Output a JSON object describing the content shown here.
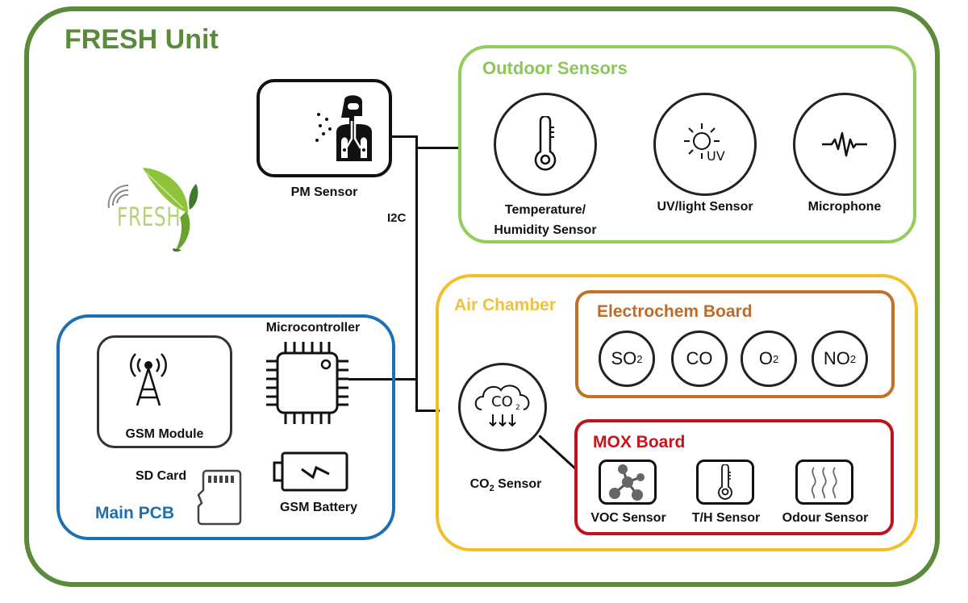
{
  "title": "FRESH Unit",
  "logo": {
    "text": "FRESH",
    "icon": "leaf-wifi-logo"
  },
  "bus": {
    "label": "I2C"
  },
  "pm_sensor": {
    "label": "PM Sensor",
    "icon": "person-lungs-particles-icon"
  },
  "outdoor": {
    "title": "Outdoor Sensors",
    "sensors": [
      {
        "label_line1": "Temperature/",
        "label_line2": "Humidity Sensor",
        "icon": "thermometer-icon"
      },
      {
        "label_line1": "UV/light Sensor",
        "label_line2": "",
        "icon": "sun-uv-icon",
        "icon_text": "UV"
      },
      {
        "label_line1": "Microphone",
        "label_line2": "",
        "icon": "sound-wave-icon"
      }
    ]
  },
  "main_pcb": {
    "title": "Main PCB",
    "gsm_module": {
      "label": "GSM Module",
      "icon": "antenna-tower-icon"
    },
    "microcontroller": {
      "label": "Microcontroller",
      "icon": "chip-icon"
    },
    "sd_card": {
      "label": "SD Card",
      "icon": "sd-card-icon"
    },
    "gsm_battery": {
      "label": "GSM Battery",
      "icon": "battery-icon"
    }
  },
  "air_chamber": {
    "title": "Air Chamber",
    "co2_sensor": {
      "label_main": "CO",
      "label_sub": "2",
      "label_rest": " Sensor",
      "icon": "co2-cloud-icon",
      "icon_text": "CO",
      "icon_sub": "2"
    },
    "electrochem": {
      "title": "Electrochem Board",
      "gases": [
        {
          "main": "SO",
          "sub": "2"
        },
        {
          "main": "CO",
          "sub": ""
        },
        {
          "main": "O",
          "sub": "2"
        },
        {
          "main": "NO",
          "sub": "2"
        }
      ]
    },
    "mox": {
      "title": "MOX Board",
      "sensors": [
        {
          "label": "VOC Sensor",
          "icon": "molecule-icon"
        },
        {
          "label": "T/H Sensor",
          "icon": "thermometer-icon"
        },
        {
          "label": "Odour Sensor",
          "icon": "odour-waves-icon"
        }
      ]
    }
  },
  "colors": {
    "outer": "#5a8a3a",
    "outdoor": "#92cf5a",
    "main_pcb": "#1a6fb5",
    "air_chamber": "#f0c028",
    "electrochem": "#c27228",
    "mox": "#c0121a"
  }
}
